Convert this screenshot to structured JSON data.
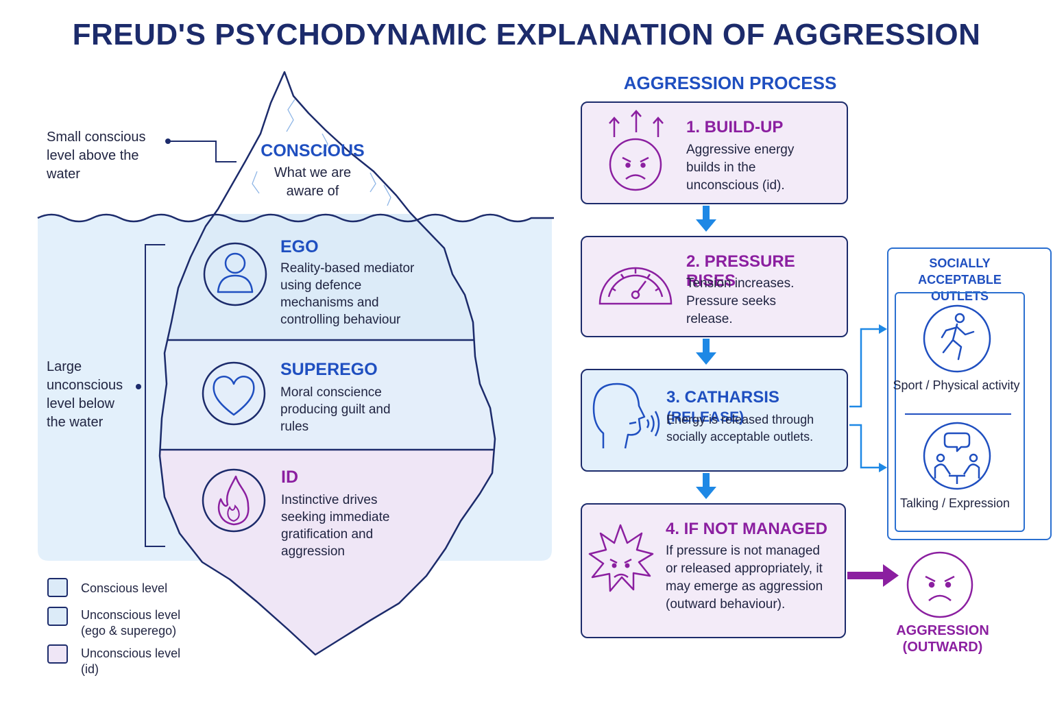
{
  "title": "FREUD'S PSYCHODYNAMIC EXPLANATION OF AGGRESSION",
  "iceberg": {
    "conscious_note": "Small conscious level above the water",
    "unconscious_note": "Large unconscious level below the water",
    "conscious": {
      "title": "CONSCIOUS",
      "text": "What we are aware of"
    },
    "ego": {
      "title": "EGO",
      "text": "Reality-based mediator using defence mechanisms and controlling behaviour",
      "icon": "person-icon"
    },
    "superego": {
      "title": "SUPEREGO",
      "text": "Moral conscience producing guilt and rules",
      "icon": "heart-icon"
    },
    "id": {
      "title": "ID",
      "text": "Instinctive drives seeking immediate gratification and aggression",
      "icon": "flame-icon"
    }
  },
  "legend": [
    {
      "label": "Conscious level",
      "color": "#dcebf8"
    },
    {
      "label": "Unconscious level (ego & superego)",
      "color": "#dcebf8"
    },
    {
      "label": "Unconscious level (id)",
      "color": "#efe6f6"
    }
  ],
  "process": {
    "title": "AGGRESSION PROCESS",
    "steps": [
      {
        "title": "1. BUILD-UP",
        "text": "Aggressive energy builds in the unconscious (id).",
        "icon": "angry-face-icon"
      },
      {
        "title": "2. PRESSURE RISES",
        "text": "Tension increases. Pressure seeks release.",
        "icon": "gauge-icon"
      },
      {
        "title_main": "3. CATHARSIS",
        "title_sub": "(RELEASE)",
        "text": "Energy is released through socially acceptable outlets.",
        "icon": "speaking-head-icon"
      },
      {
        "title": "4. IF NOT MANAGED",
        "text": "If pressure is not managed or released appropriately, it may emerge as aggression (outward behaviour).",
        "icon": "angry-burst-icon"
      }
    ]
  },
  "outlets": {
    "title": "SOCIALLY ACCEPTABLE OUTLETS",
    "items": [
      {
        "label": "Sport / Physical activity",
        "icon": "running-person-icon"
      },
      {
        "label": "Talking / Expression",
        "icon": "conversation-icon"
      }
    ]
  },
  "result": {
    "label": "AGGRESSION (OUTWARD)",
    "icon": "angry-face-icon"
  },
  "colors": {
    "navy": "#1c2b6b",
    "blue": "#1f4fc0",
    "purple": "#8b1fa0",
    "water": "#e3f0fb",
    "arrow": "#1e88e5"
  }
}
